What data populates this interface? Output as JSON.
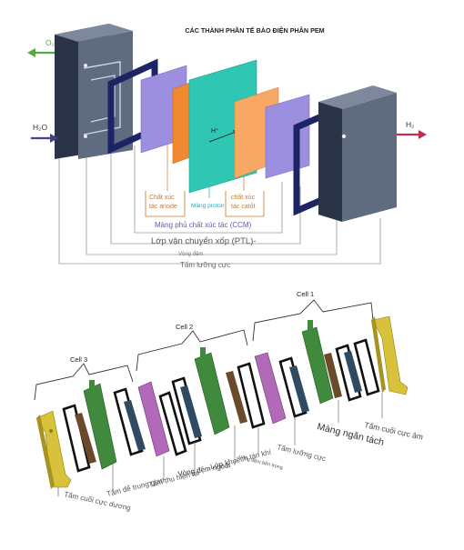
{
  "top": {
    "title": "CÁC THÀNH PHẦN TẾ BÀO ĐIỆN PHÂN PEM",
    "o2": "O₂",
    "h2o": "H₂O",
    "h2": "H₂",
    "hplus": "H⁺",
    "anode_catalyst_1": "Chất xúc",
    "anode_catalyst_2": "tác anode",
    "membrane": "Màng proton",
    "cathode_catalyst_1": "chất xúc",
    "cathode_catalyst_2": "tác catốt",
    "ccm": "Màng phủ chất xúc tác (CCM)",
    "ptl": "Lớp vận chuyển xốp (PTL)-",
    "gasket": "Vòng đệm",
    "bipolar": "Tấm lưỡng cực"
  },
  "bottom": {
    "cell1": "Cell 1",
    "cell2": "Cell 2",
    "cell3": "Cell 3",
    "end_plate_negative": "Tấm cuối cực âm",
    "separator_membrane": "Màng ngăn tách",
    "bipolar_plate": "Tấm lưỡng cực",
    "inner_gasket": "Vòng đệm bên trong",
    "gas_diffusion": "Lớp khuếch tán khí",
    "outer_gasket": "Vòng đệm ngoài",
    "current_collector": "Tấm thu hiện tại",
    "intermediate_plate": "Tấm đế trung gian",
    "end_plate_positive": "Tấm cuối cực dương"
  },
  "colors": {
    "plate_front": "#5f6b7f",
    "plate_side": "#2b3446",
    "plate_top": "#7d889c",
    "gasket_frame": "#1d2466",
    "purple": "#9d8fe0",
    "orange": "#f08a32",
    "cyan": "#2fc7b3",
    "peach": "#f7a864",
    "o2_arrow": "#5aa83e",
    "h2o_arrow": "#4b3e88",
    "h2_arrow": "#c0304a",
    "catalyst_text": "#c8792c",
    "membrane_text": "#1fa8b8",
    "ccm_text": "#5b5fa8",
    "yellow_plate": "#d8c23c",
    "green_plate": "#3f8a3c",
    "pink_plate": "#b06ab8"
  }
}
